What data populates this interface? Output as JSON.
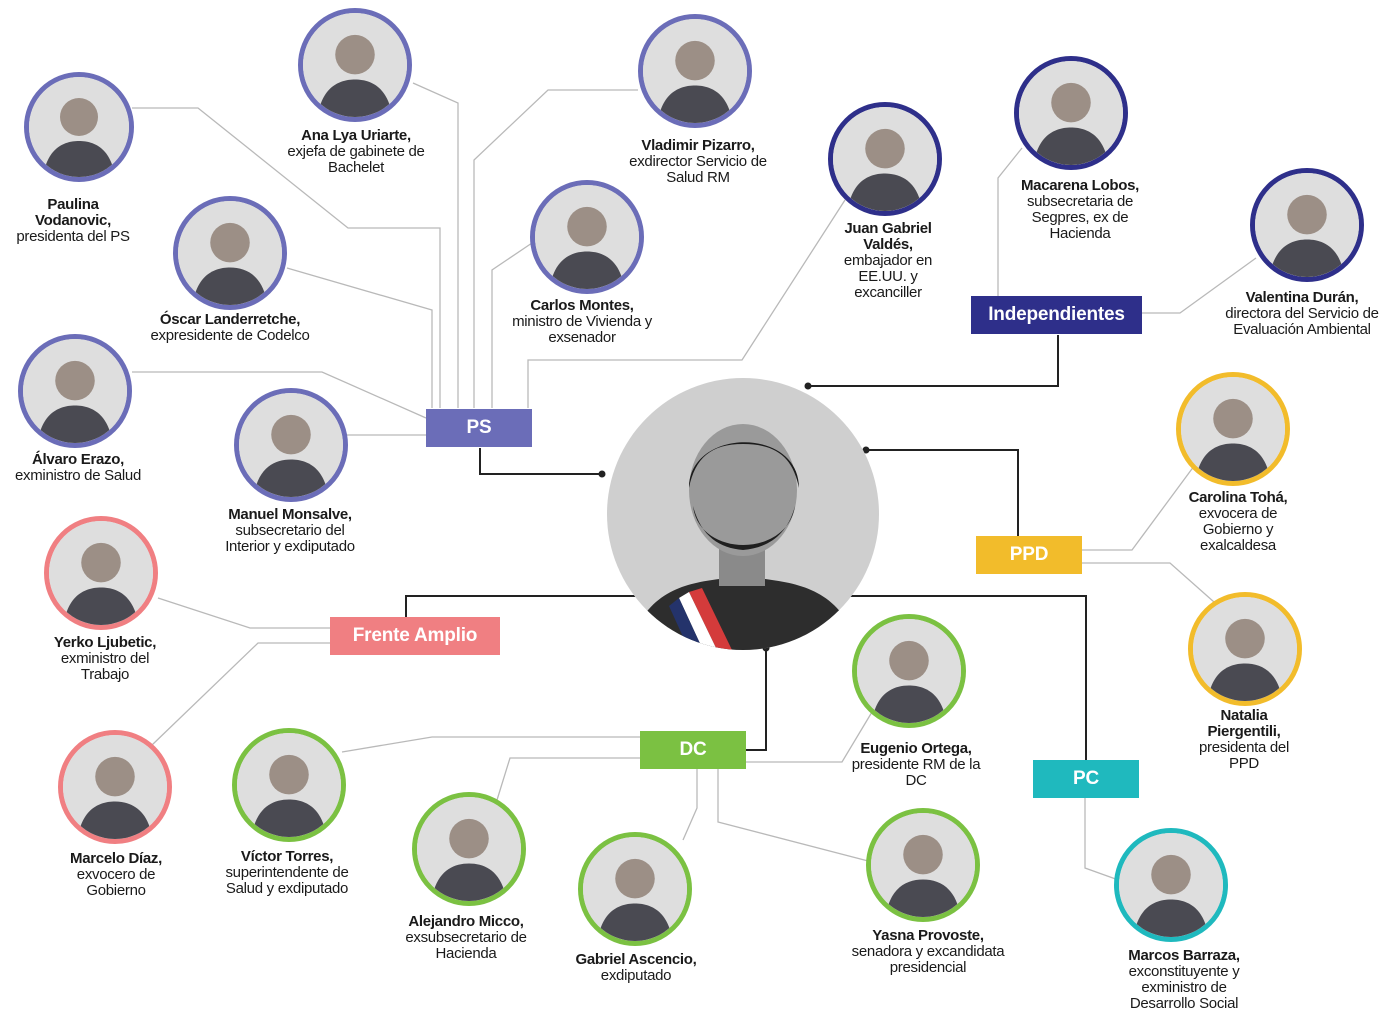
{
  "colors": {
    "PS": "#6b6db8",
    "Independientes": "#2e2f8a",
    "PPD": "#f2bc2b",
    "Frente Amplio": "#f07f82",
    "DC": "#7bc142",
    "PC": "#1fb9be",
    "line": "#b9b9b9",
    "center_line": "#222222"
  },
  "parties": {
    "ps": {
      "label": "PS"
    },
    "independientes": {
      "label": "Independientes"
    },
    "ppd": {
      "label": "PPD"
    },
    "frente_amplio": {
      "label": "Frente Amplio"
    },
    "dc": {
      "label": "DC"
    },
    "pc": {
      "label": "PC"
    }
  },
  "people": {
    "paulina": {
      "name": "Paulina Vodanovic,",
      "role": "presidenta del PS",
      "party": "PS"
    },
    "ana_lya": {
      "name": "Ana Lya Uriarte,",
      "role": "exjefa de gabinete de Bachelet",
      "party": "PS"
    },
    "vladimir": {
      "name": "Vladimir Pizarro,",
      "role": "exdirector Servicio de Salud RM",
      "party": "PS"
    },
    "oscar": {
      "name": "Óscar Landerretche,",
      "role": "expresidente de Codelco",
      "party": "PS"
    },
    "carlos": {
      "name": "Carlos Montes,",
      "role": "ministro de Vivienda y exsenador",
      "party": "PS"
    },
    "alvaro": {
      "name": "Álvaro Erazo,",
      "role": "exministro de Salud",
      "party": "PS"
    },
    "manuel": {
      "name": "Manuel Monsalve,",
      "role": "subsecretario del Interior y exdiputado",
      "party": "PS"
    },
    "juan_gabriel": {
      "name": "Juan Gabriel Valdés,",
      "role": "embajador en EE.UU. y excanciller",
      "party": "Independientes"
    },
    "macarena": {
      "name": "Macarena Lobos,",
      "role": "subsecretaria de Segpres, ex de Hacienda",
      "party": "Independientes"
    },
    "valentina": {
      "name": "Valentina Durán,",
      "role": "directora del Servicio de Evaluación Ambiental",
      "party": "Independientes"
    },
    "carolina": {
      "name": "Carolina Tohá,",
      "role": "exvocera de Gobierno y exalcaldesa",
      "party": "PPD"
    },
    "natalia": {
      "name": "Natalia Piergentili,",
      "role": "presidenta del PPD",
      "party": "PPD"
    },
    "yerko": {
      "name": "Yerko Ljubetic,",
      "role": "exministro del Trabajo",
      "party": "Frente Amplio"
    },
    "marcelo": {
      "name": "Marcelo Díaz,",
      "role": "exvocero de Gobierno",
      "party": "Frente Amplio"
    },
    "victor": {
      "name": "Víctor Torres,",
      "role": "superintendente de Salud y exdiputado",
      "party": "DC"
    },
    "alejandro": {
      "name": "Alejandro Micco,",
      "role": "exsubsecretario de Hacienda",
      "party": "DC"
    },
    "gabriel": {
      "name": "Gabriel Ascencio,",
      "role": "exdiputado",
      "party": "DC"
    },
    "eugenio": {
      "name": "Eugenio Ortega,",
      "role": "presidente RM de la DC",
      "party": "DC"
    },
    "yasna": {
      "name": "Yasna Provoste,",
      "role": "senadora y excandidata presidencial",
      "party": "DC"
    },
    "marcos": {
      "name": "Marcos Barraza,",
      "role": "exconstituyente y exministro de Desarrollo Social",
      "party": "PC"
    }
  }
}
